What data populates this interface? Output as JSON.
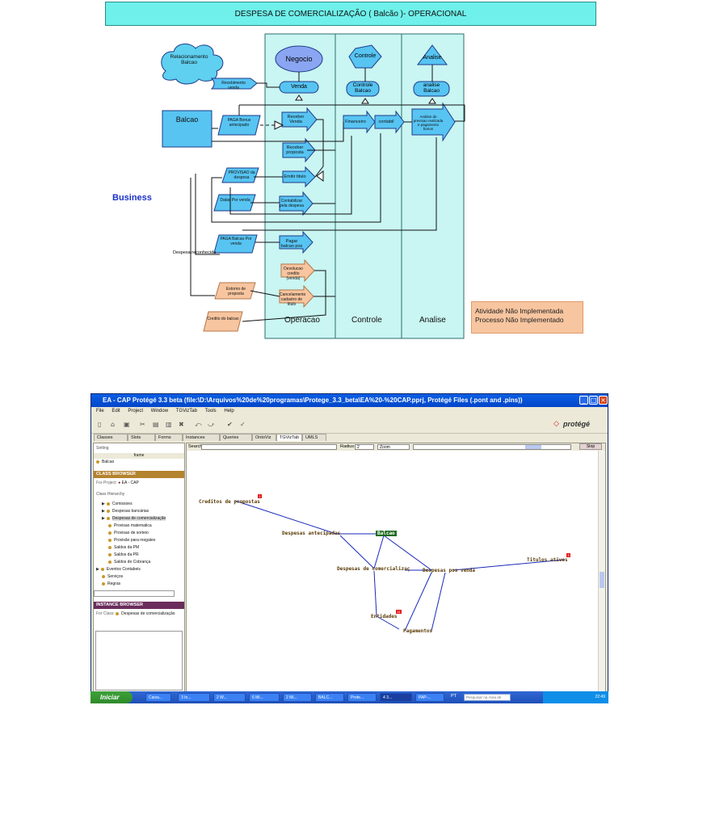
{
  "diagram": {
    "title": "DESPESA DE COMERCIALIZAÇÃO ( Balcão )- OPERACIONAL",
    "business_label": "Business",
    "cloud": "Relacionamento Balcao",
    "balcao": "Balcao",
    "lanes": [
      "Operacao",
      "Controle",
      "Analise"
    ],
    "top_shapes": {
      "negocio": "Negocio",
      "controle": "Controle",
      "analise": "Analise"
    },
    "level2": {
      "venda": "Venda",
      "controle_balcao": "Controle Balcao",
      "analise_balcao": "analise Balcao"
    },
    "small_labels": {
      "recebimento": "Recebimento venda",
      "paga_bonus": "PAGA Bonus antecipado",
      "receber_venda": "Receber Venda",
      "financeiro": "Financeiro",
      "contabil": "contabil",
      "analise_prev": "Análise de previsao realizada e pagamento bonus",
      "receber_proposta": "Receber proposta",
      "provisao": "PROVISAO da despesa",
      "emitir_titulo": "Emitir titulo",
      "datas_por_venda": "Datas Por venda",
      "contabilizar": "Contabilizar pela despesa",
      "paga_balcao": "PAGA Balcao Por venda",
      "pagar_balcao": "Pagar balcao pos",
      "despesa_reconhecida": "Despesa reconhecida",
      "devolucao": "Devolucao credito (venda)",
      "estorno": "Estorno de proposta",
      "credito": "Credito do balcao",
      "cancelamento": "Cancelamento cadastro de titulo"
    },
    "legend": [
      "Atividade Não Implementada",
      "Processo Não Implementado"
    ]
  },
  "protege": {
    "window_title": "EA - CAP  Protégé 3.3 beta   (file:\\D:\\Arquivos%20de%20programas\\Protege_3.3_beta\\EA%20-%20CAP.pprj, Protégé Files (.pont and .pins))",
    "menu": [
      "File",
      "Edit",
      "Project",
      "Window",
      "TGVizTab",
      "Tools",
      "Help"
    ],
    "logo": "protégé",
    "tabs": [
      "Classes",
      "Slots",
      "Forms",
      "Instances",
      "Queries",
      "OntoViz",
      "TGVizTab",
      "UMLS"
    ],
    "left": {
      "setting_label": "Setting",
      "frame_col": "frame",
      "frame_value": "Balcao",
      "class_browser": "CLASS BROWSER",
      "for_project_label": "For Project:",
      "project": "EA - CAP",
      "class_hierarchy": "Class Hierarchy",
      "classes": [
        "Comissoes",
        "Despesas bancárias",
        "Despesas de comercialização",
        "Provisao matematica",
        "Provisao de sorteio",
        "Provisão para resgates",
        "Saldos da PM",
        "Saldos da PR",
        "Saldos de Cobrança",
        "Eventos Contabeis",
        "Serviços",
        "Regras"
      ],
      "instance_browser": "INSTANCE BROWSER",
      "for_class_label": "For Class:",
      "for_class": "Despesas de comercialização"
    },
    "search": {
      "label": "Search",
      "radius_label": "Radius",
      "radius_value": "2",
      "zoom": "Zoom",
      "stop": "Stop"
    },
    "graph_nodes": {
      "creditos": "Creditos de propostas",
      "antecipadas": "Despesas antecipadas",
      "balcao": "Balcao",
      "comercializ": "Despesas de comercializaç",
      "pos_venda": "Despesas pos venda",
      "titulos": "Titulos ativos",
      "entidades": "Entidades",
      "pagamentos": "Pagamentos"
    },
    "badges": {
      "creditos": "1",
      "titulos": "3",
      "entidades": "11"
    },
    "taskbar": {
      "start": "Iniciar",
      "tasks": [
        "Caixa...",
        "3 In...",
        "2 W...",
        "6 Mi...",
        "2 Mi...",
        "BALC...",
        "Prote...",
        "4 3...",
        "PAP-..."
      ],
      "lang": "PT",
      "search_placeholder": "Pesquisar na Área de",
      "clock": "22:49"
    }
  }
}
